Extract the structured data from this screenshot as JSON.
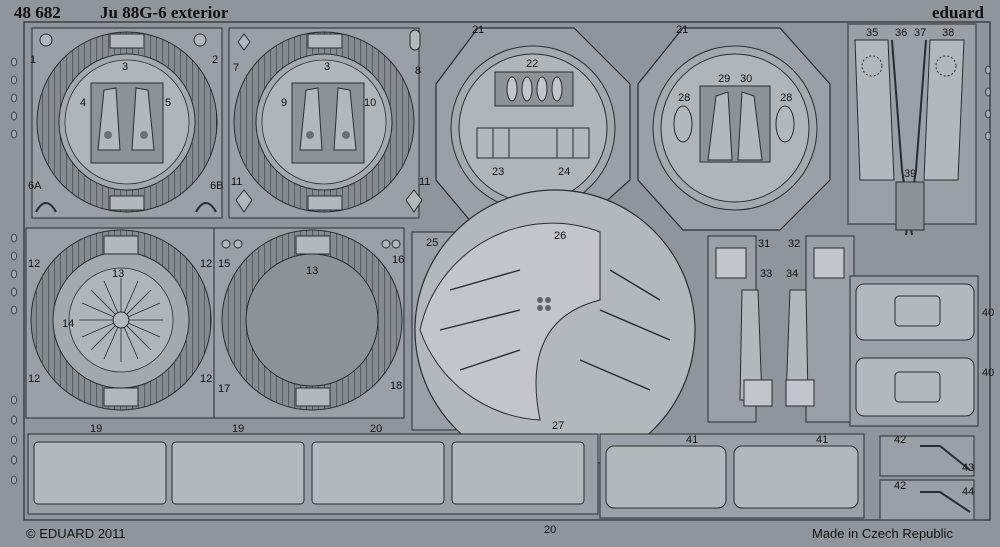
{
  "sheet": {
    "code": "48 682",
    "title": "Ju 88G-6 exterior",
    "brand": "eduard",
    "copyright": "© EDUARD 2011",
    "origin": "Made in Czech Republic",
    "background_color": "#8f959b",
    "part_color": "#a4a9ae",
    "line_color": "#2a2d30"
  },
  "part_numbers": [
    "1",
    "2",
    "3",
    "4",
    "5",
    "6A",
    "6B",
    "3",
    "7",
    "8",
    "9",
    "10",
    "11",
    "11",
    "12",
    "12",
    "13",
    "14",
    "12",
    "12",
    "15",
    "16",
    "13",
    "17",
    "18",
    "19",
    "19",
    "20",
    "20",
    "21",
    "22",
    "23",
    "24",
    "21",
    "28",
    "29",
    "30",
    "28",
    "25",
    "26",
    "27",
    "35",
    "36",
    "37",
    "38",
    "39",
    "31",
    "32",
    "33",
    "34",
    "40",
    "40",
    "41",
    "41",
    "42",
    "42",
    "43",
    "44"
  ]
}
